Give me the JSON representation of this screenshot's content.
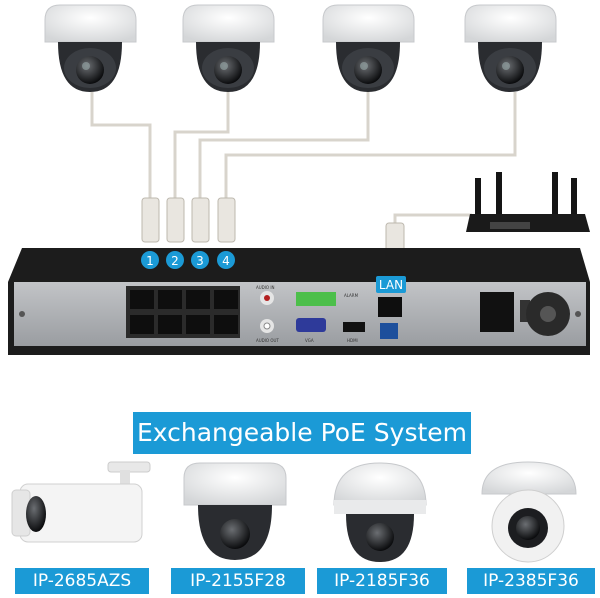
{
  "poe_ports": [
    "1",
    "2",
    "3",
    "4"
  ],
  "lan_label": "LAN",
  "nvr_labels": {
    "audio_in": "AUDIO IN",
    "audio_out": "AUDIO OUT",
    "alarm": "ALARM",
    "vga": "VGA",
    "hdmi": "HDMI"
  },
  "banner": "Exchangeable PoE System",
  "models": [
    "IP-2685AZS",
    "IP-2155F28",
    "IP-2185F36",
    "IP-2385F36"
  ],
  "colors": {
    "accent": "#1b9ad6",
    "nvr_body": "#1c1c1c",
    "nvr_panel": "#a9acb0"
  }
}
